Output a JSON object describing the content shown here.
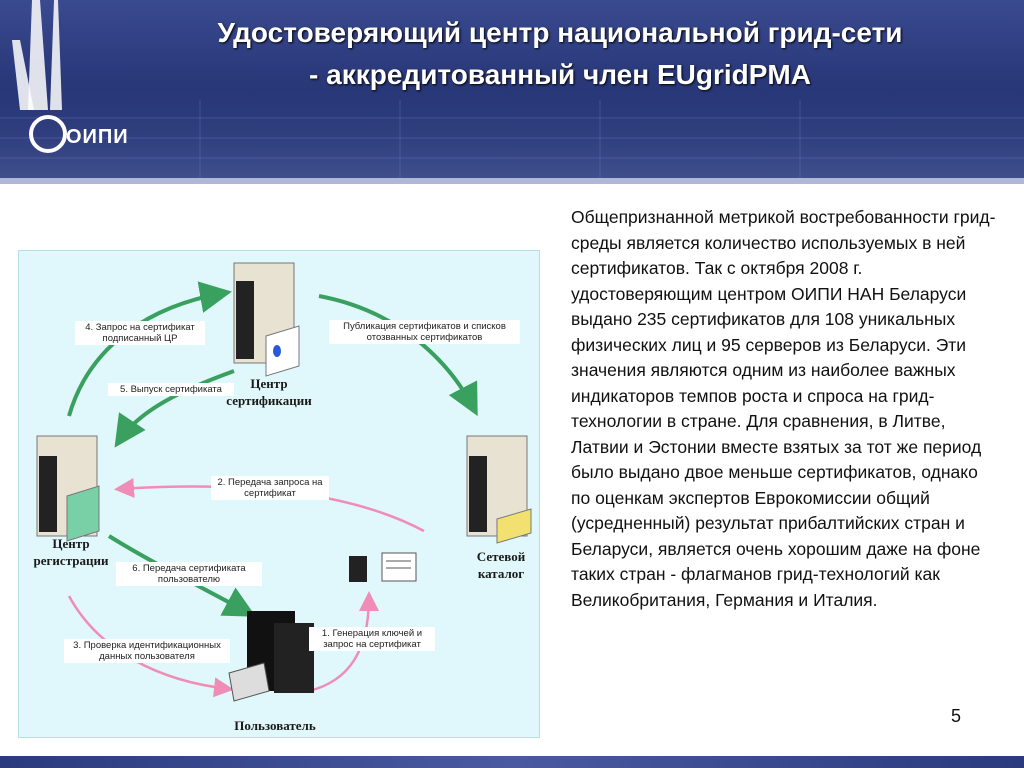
{
  "header": {
    "title_line1": "Удостоверяющий центр национальной грид-сети",
    "title_line2": "- аккредитованный член EUgridPMA",
    "logo_text": "ОИПИ"
  },
  "diagram": {
    "nodes": {
      "ca": "Центр сертификации",
      "ra": "Центр регистрации",
      "directory": "Сетевой каталог",
      "user": "Пользователь"
    },
    "steps": {
      "s1": "1. Генерация ключей и запрос на сертификат",
      "s2": "2. Передача запроса на сертификат",
      "s3": "3. Проверка идентификационных данных пользователя",
      "s4": "4. Запрос на сертификат подписанный ЦР",
      "s5": "5. Выпуск сертификата",
      "s6": "6. Передача сертификата пользователю",
      "publish": "Публикация сертификатов и списков отозванных сертификатов"
    },
    "colors": {
      "green_arrow": "#3aa060",
      "pink_arrow": "#f08cb8",
      "panel_bg": "#e0f8fb"
    }
  },
  "body_text": "Общепризнанной метрикой востребованности грид-среды является количество используемых в ней сертификатов. Так с октября 2008 г. удостоверяющим центром ОИПИ НАН Беларуси выдано 235 сертификатов для 108 уникальных физических лиц и 95 серверов из Беларуси. Эти значения являются одним из наиболее важных индикаторов темпов роста и спроса на грид-технологии в стране. Для сравнения, в Литве, Латвии и Эстонии вместе взятых за тот же период было выдано двое меньше сертификатов, однако по оценкам экспертов Еврокомиссии общий (усредненный) результат прибалтийских стран и Беларуси, является очень хорошим даже на фоне таких стран - флагманов грид-технологий как Великобритания, Германия и Италия.",
  "page_number": "5"
}
